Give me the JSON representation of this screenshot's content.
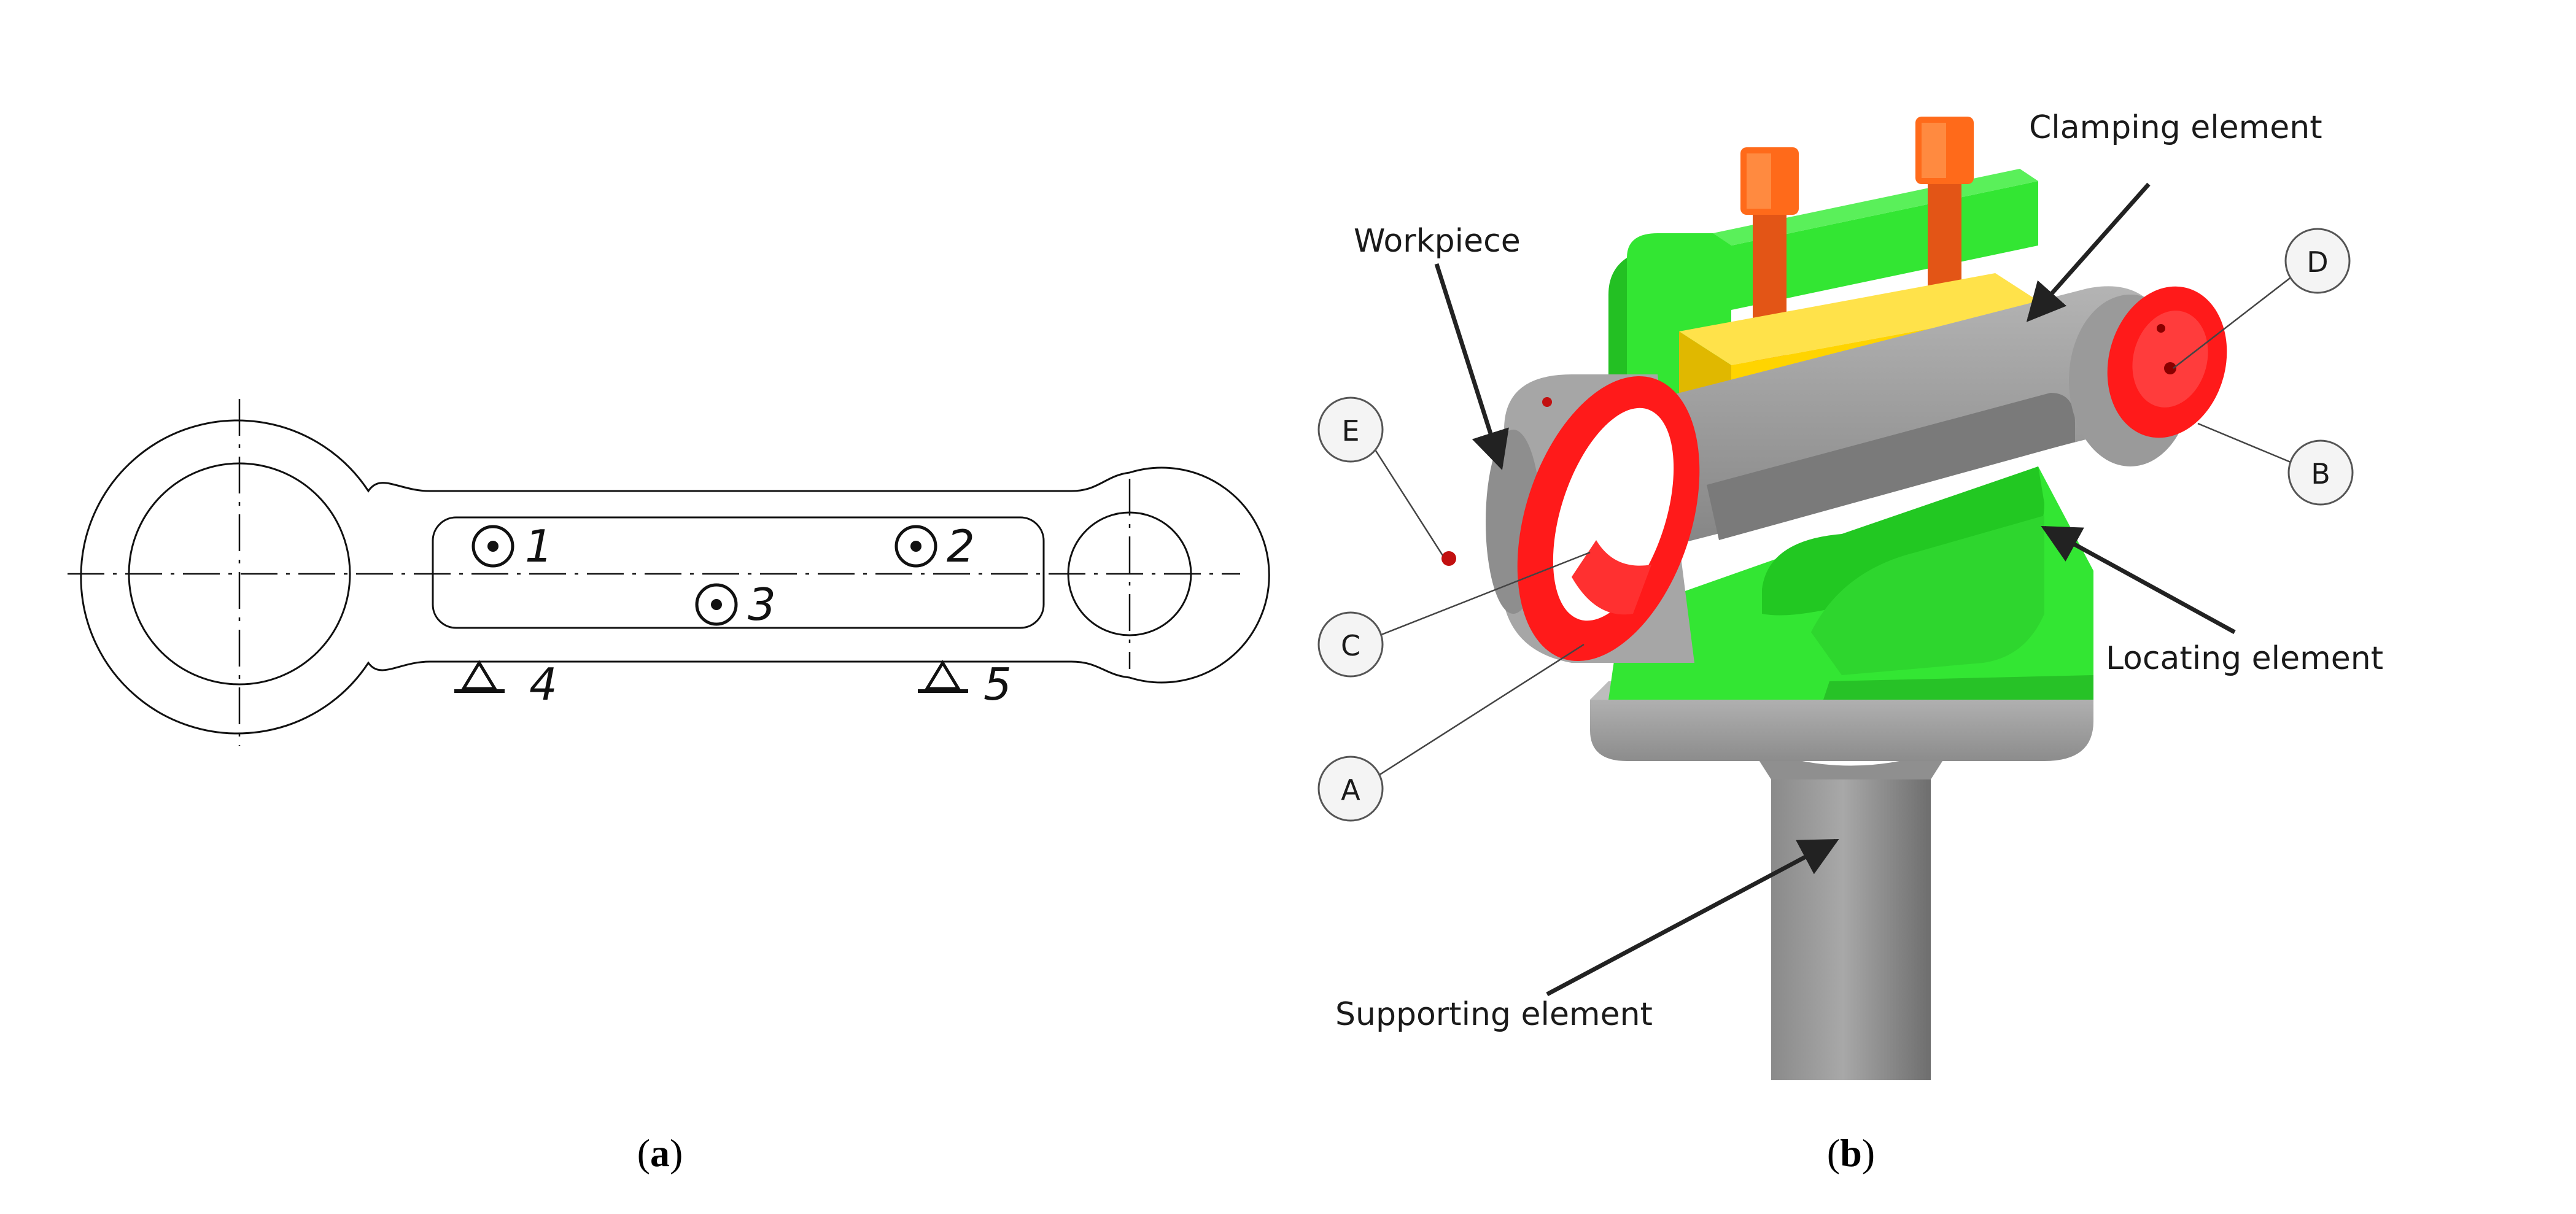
{
  "panel_a": {
    "caption_open": "(",
    "caption_letter": "a",
    "caption_close": ")",
    "markers": [
      {
        "label": "1"
      },
      {
        "label": "2"
      },
      {
        "label": "3"
      },
      {
        "label": "4"
      },
      {
        "label": "5"
      }
    ]
  },
  "panel_b": {
    "caption_open": "(",
    "caption_letter": "b",
    "caption_close": ")",
    "labels": {
      "workpiece": "Workpiece",
      "clamping": "Clamping element",
      "locating": "Locating element",
      "supporting": "Supporting element"
    },
    "points": [
      "A",
      "B",
      "C",
      "D",
      "E"
    ]
  },
  "colors": {
    "green": "#33e633",
    "yellow": "#ffd400",
    "red": "#ff1a1a",
    "orange": "#ff6a1a",
    "gray": "#9a9a9a"
  }
}
